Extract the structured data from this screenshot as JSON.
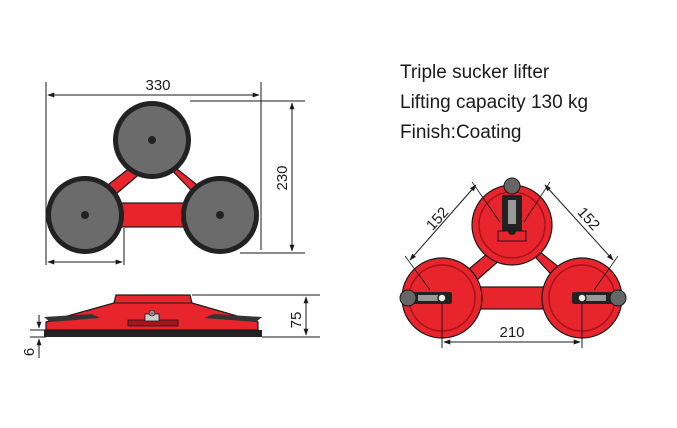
{
  "specs": {
    "title": "Triple sucker lifter",
    "capacity": "Lifting capacity 130 kg",
    "finish": "Finish:Coating"
  },
  "dimensions": {
    "top_width": "330",
    "top_height": "230",
    "side_height": "75",
    "side_thickness": "6",
    "pad_spacing_left": "152",
    "pad_spacing_right": "152",
    "pad_spacing_bottom": "210"
  },
  "colors": {
    "red": "#e8242d",
    "dark_red": "#a8141b",
    "pad_gray": "#6b6b6b",
    "rim": "#222222",
    "line": "#1a1a1a"
  }
}
